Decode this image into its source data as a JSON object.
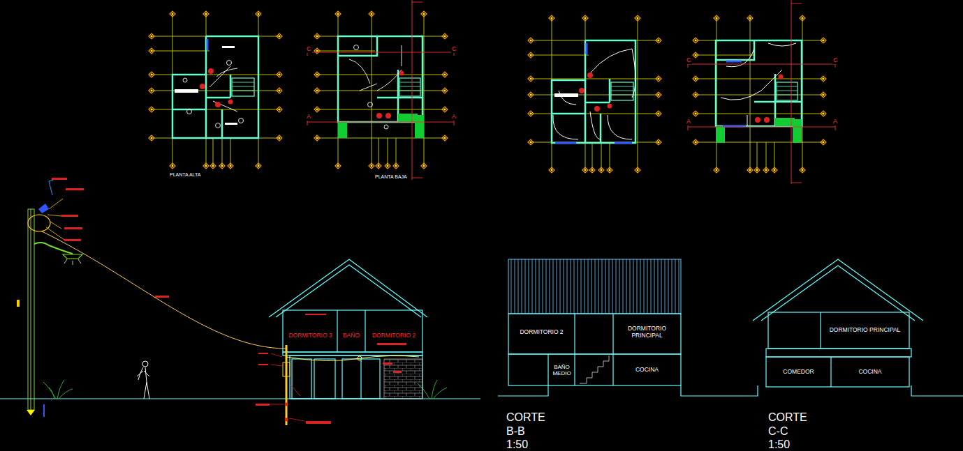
{
  "diagram": {
    "nodes": [
      {
        "text": [
          "DORMITORIO 3"
        ]
      },
      {
        "text": [
          "BAÑO"
        ]
      },
      {
        "text": [
          "DORMITORIO 2"
        ]
      },
      {
        "text": [
          "DORMITORIO 2"
        ]
      },
      {
        "text": [
          "DORMITORIO PRINCIPAL"
        ]
      },
      {
        "text": [
          "DORMITORIO PRINCIPAL"
        ]
      },
      {
        "text": [
          "BAÑO MEDIO"
        ]
      },
      {
        "text": [
          "COCINA"
        ]
      },
      {
        "text": [
          "COMEDOR"
        ]
      },
      {
        "text": [
          "COCINA"
        ]
      }
    ],
    "labels": [
      "PLANTA ALTA",
      "PLANTA BAJA",
      "C",
      "C",
      "A",
      "A",
      "C",
      "C",
      "A",
      "A",
      "CORTE",
      "B-B",
      "1:50",
      "CORTE",
      "C-C",
      "1:50"
    ]
  }
}
